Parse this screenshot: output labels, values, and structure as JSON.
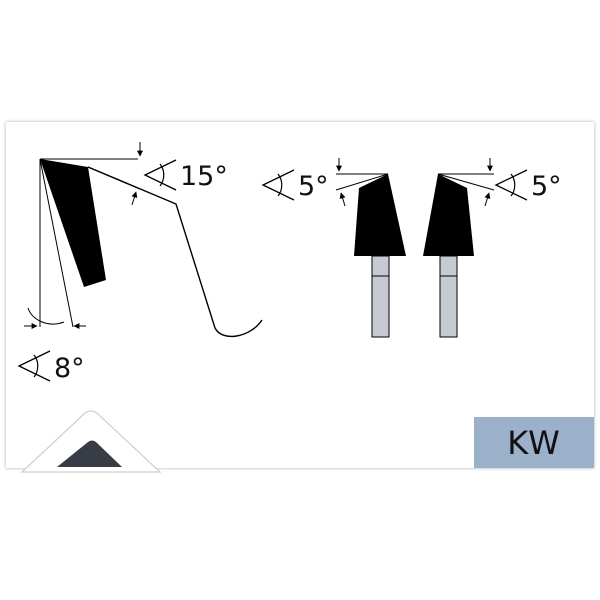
{
  "angles": {
    "rake": "15°",
    "clearance": "8°",
    "bevel_left": "5°",
    "bevel_right": "5°"
  },
  "badge": {
    "label": "KW",
    "color": "#9ab1c9"
  },
  "colors": {
    "tooth_fill": "#000000",
    "tip_icon": "#383d45",
    "shank": "#c6cbd3"
  }
}
